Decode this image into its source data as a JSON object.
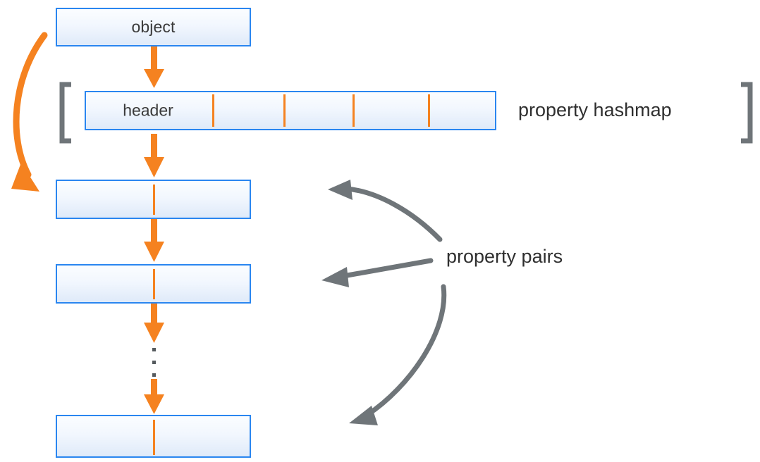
{
  "diagram": {
    "title_nodes": {
      "object_box": "object",
      "header_cell": "header"
    },
    "annotations": {
      "hashmap_label": "property hashmap",
      "pairs_label": "property pairs"
    },
    "colors": {
      "box_border": "#2a86f0",
      "box_fill_top": "#fbfdff",
      "box_fill_bottom": "#dfeaf9",
      "orange": "#f58220",
      "gray": "#6f7579",
      "bracket_gray": "#6f7579",
      "text": "#3a3a3a"
    },
    "property_pairs": [
      {
        "key": "",
        "value": ""
      },
      {
        "key": "",
        "value": ""
      },
      {
        "key": "",
        "value": ""
      }
    ],
    "hashmap_slots": 5,
    "ellipsis": "⋮",
    "bracket_left": "[",
    "bracket_right": "]"
  }
}
